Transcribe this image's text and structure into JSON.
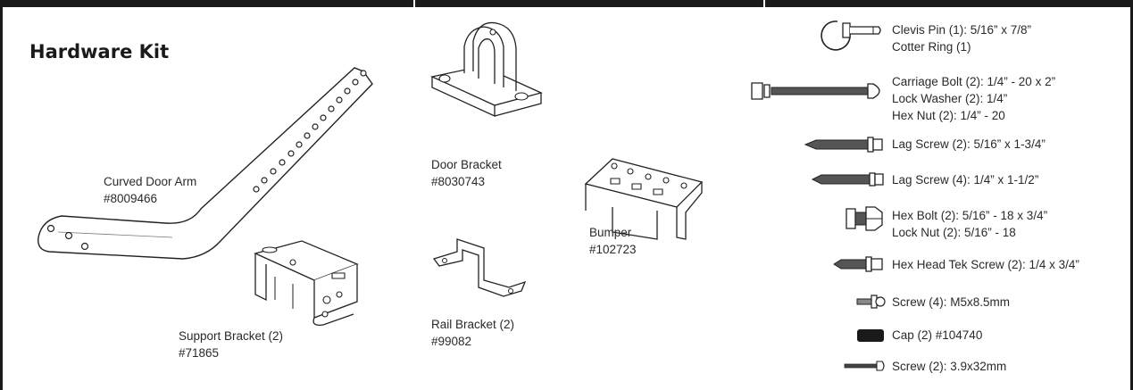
{
  "page": {
    "title": "Hardware Kit"
  },
  "parts": {
    "curved_door_arm": {
      "name": "Curved Door Arm",
      "number": "#8009466"
    },
    "door_bracket": {
      "name": "Door Bracket",
      "number": "#8030743"
    },
    "bumper": {
      "name": "Bumper",
      "number": "#102723"
    },
    "rail_bracket": {
      "name": "Rail Bracket (2)",
      "number": "#99082"
    },
    "support_bracket": {
      "name": "Support Bracket (2)",
      "number": "#71865"
    }
  },
  "fasteners": {
    "clevis": {
      "line1": "Clevis Pin (1): 5/16” x 7/8”",
      "line2": "Cotter Ring (1)"
    },
    "carriage": {
      "line1": "Carriage Bolt (2): 1/4” - 20 x 2”",
      "line2": "Lock Washer (2): 1/4”",
      "line3": "Hex Nut (2): 1/4” - 20"
    },
    "lag_a": "Lag Screw (2): 5/16” x 1-3/4”",
    "lag_b": "Lag Screw (4): 1/4” x 1-1/2”",
    "hex_bolt": {
      "line1": "Hex Bolt (2): 5/16” - 18 x 3/4”",
      "line2": "Lock Nut  (2): 5/16” - 18"
    },
    "tek": "Hex Head Tek Screw (2): 1/4 x 3/4”",
    "screw_m5": "Screw (4): M5x8.5mm",
    "cap": "Cap (2) #104740",
    "screw_39": "Screw (2): 3.9x32mm"
  },
  "icons": [
    "clevis-pin-icon",
    "carriage-bolt-icon",
    "lag-screw-icon",
    "hex-bolt-icon",
    "tek-screw-icon",
    "small-screw-icon",
    "cap-icon",
    "long-screw-icon"
  ]
}
